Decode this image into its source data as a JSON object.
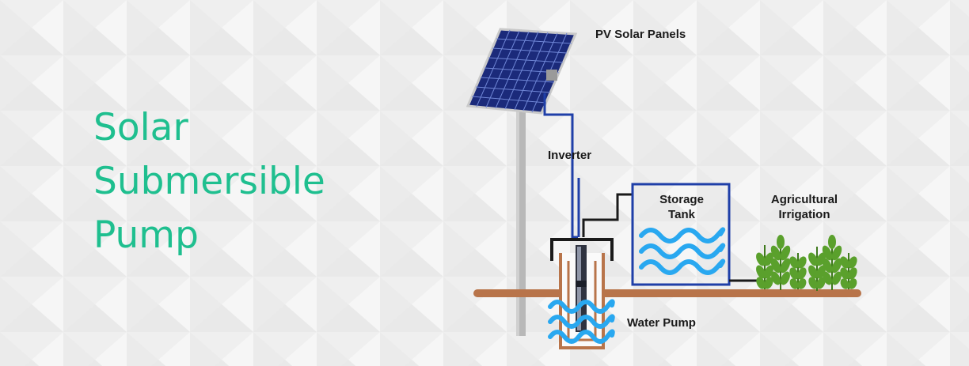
{
  "heading": {
    "line1": "Solar",
    "line2": "Submersible",
    "line3": "Pump"
  },
  "labels": {
    "pv_panels": "PV Solar Panels",
    "inverter": "Inverter",
    "storage_tank_1": "Storage",
    "storage_tank_2": "Tank",
    "irrigation_1": "Agricultural",
    "irrigation_2": "Irrigation",
    "water_pump": "Water Pump"
  },
  "colors": {
    "heading": "#1fbf8f",
    "ground": "#b8744a",
    "water": "#29a8f0",
    "pipe": "#1a1a1a",
    "tank_border": "#1f3fa8",
    "wire": "#1f3fa8",
    "panel": "#1b2a7a",
    "pole": "#b8b8b8",
    "plant": "#5aa02c"
  }
}
